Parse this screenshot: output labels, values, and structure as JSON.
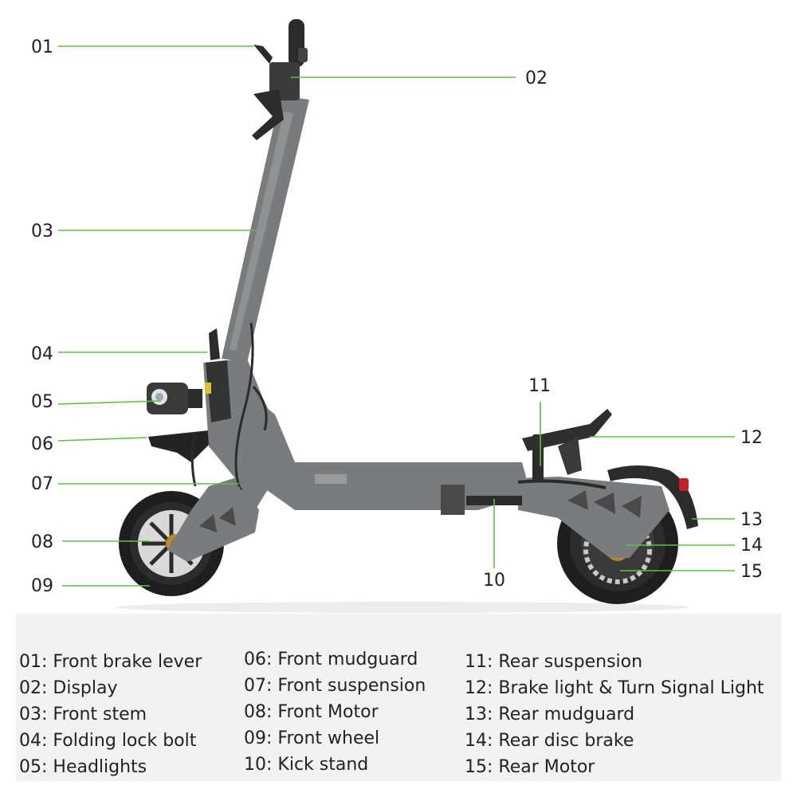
{
  "callouts": [
    {
      "num": "01"
    },
    {
      "num": "02"
    },
    {
      "num": "03"
    },
    {
      "num": "04"
    },
    {
      "num": "05"
    },
    {
      "num": "06"
    },
    {
      "num": "07"
    },
    {
      "num": "08"
    },
    {
      "num": "09"
    },
    {
      "num": "10"
    },
    {
      "num": "11"
    },
    {
      "num": "12"
    },
    {
      "num": "13"
    },
    {
      "num": "14"
    },
    {
      "num": "15"
    }
  ],
  "legend": {
    "col1": [
      "01: Front brake lever",
      "02: Display",
      "03: Front stem",
      "04: Folding lock bolt",
      "05: Headlights"
    ],
    "col2": [
      "06: Front mudguard",
      "07: Front suspension",
      "08: Front Motor",
      "09: Front wheel",
      "10: Kick stand"
    ],
    "col3": [
      "11: Rear suspension",
      "12: Brake light & Turn Signal Light",
      "13: Rear mudguard",
      "14: Rear disc brake",
      "15: Rear Motor"
    ]
  },
  "colors": {
    "leader": "#5fbf45",
    "frame": "#7a7b7d",
    "dark": "#2b2b2b",
    "tire": "#1e1e1e",
    "legend_bg": "#f2f2f2"
  },
  "icons": [
    "scooter-illustration"
  ]
}
